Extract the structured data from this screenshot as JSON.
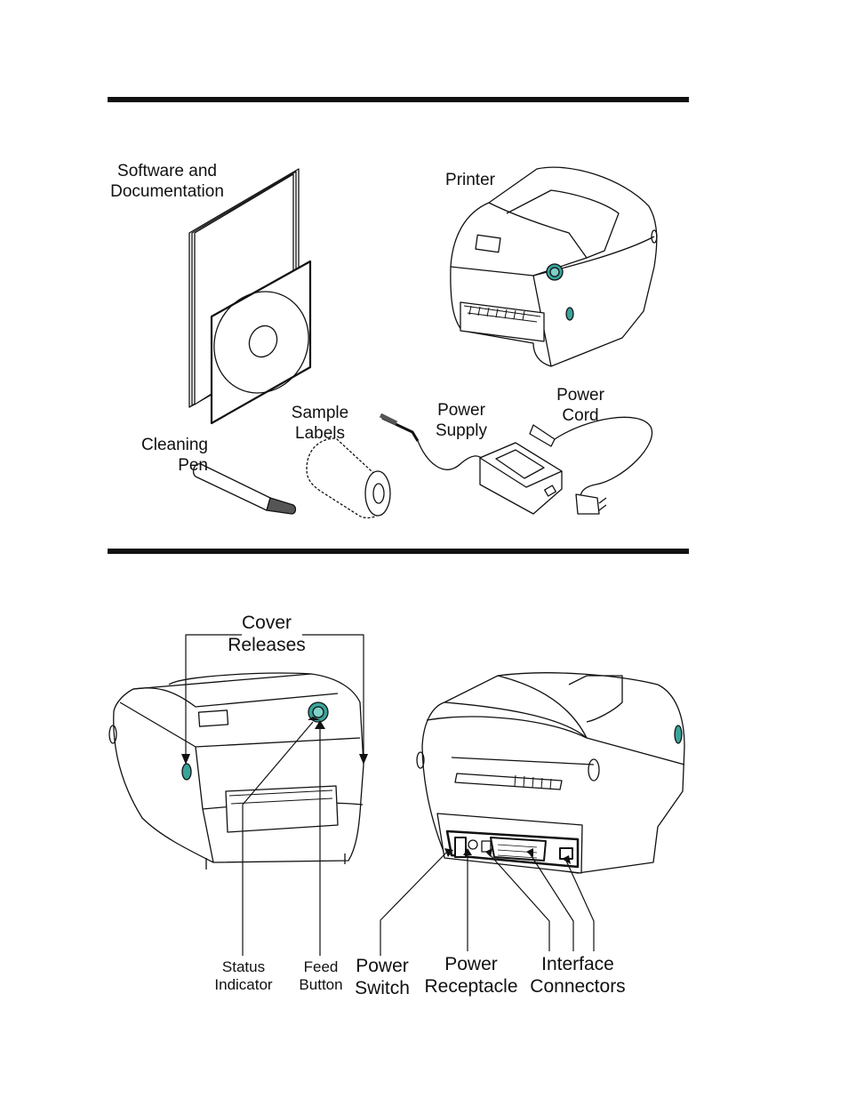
{
  "section1": {
    "software_label": [
      "Software and",
      "Documentation"
    ],
    "printer_label": "Printer",
    "sample_labels_label": [
      "Sample",
      "Labels"
    ],
    "power_supply_label": [
      "Power",
      "Supply"
    ],
    "power_cord_label": [
      "Power",
      "Cord"
    ],
    "cleaning_pen_label": [
      "Cleaning",
      "Pen"
    ]
  },
  "section2": {
    "cover_releases_label": [
      "Cover",
      "Releases"
    ],
    "status_indicator_label": [
      "Status",
      "Indicator"
    ],
    "feed_button_label": [
      "Feed",
      "Button"
    ],
    "power_switch_label": [
      "Power",
      "Switch"
    ],
    "power_receptacle_label": [
      "Power",
      "Receptacle"
    ],
    "interface_connectors_label": [
      "Interface",
      "Connectors"
    ]
  },
  "colors": {
    "ink": "#111111",
    "accent_teal": "#3aa39a"
  }
}
